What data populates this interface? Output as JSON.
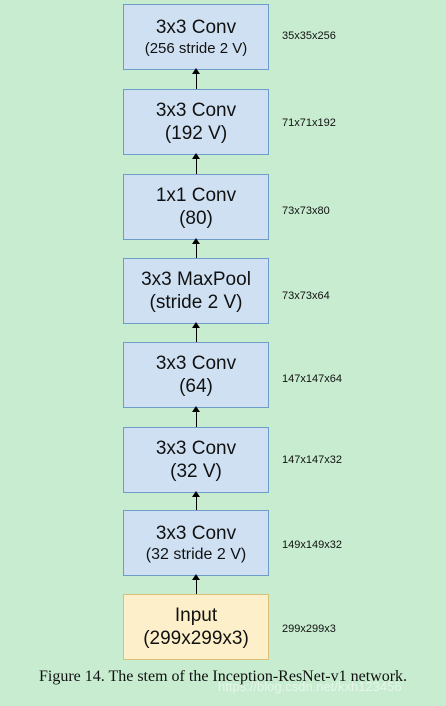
{
  "blocks": [
    {
      "line1": "3x3 Conv",
      "line2": "(256 stride 2 V)",
      "dim": "35x35x256"
    },
    {
      "line1": "3x3 Conv",
      "line2": "(192 V)",
      "dim": "71x71x192"
    },
    {
      "line1": "1x1 Conv",
      "line2": "(80)",
      "dim": "73x73x80"
    },
    {
      "line1": "3x3 MaxPool",
      "line2": "(stride 2 V)",
      "dim": "73x73x64"
    },
    {
      "line1": "3x3 Conv",
      "line2": "(64)",
      "dim": "147x147x64"
    },
    {
      "line1": "3x3 Conv",
      "line2": "(32 V)",
      "dim": "147x147x32"
    },
    {
      "line1": "3x3 Conv",
      "line2": "(32 stride 2 V)",
      "dim": "149x149x32"
    },
    {
      "line1": "Input",
      "line2": "(299x299x3)",
      "dim": "299x299x3"
    }
  ],
  "caption": "Figure 14. The stem of the Inception-ResNet-v1 network.",
  "watermark": "https://blog.csdn.net/kxh123456",
  "colors": {
    "background": "#c7ecd0",
    "block_fill": "#cfe0f3",
    "block_border": "#6d9cc8",
    "input_fill": "#fdefc9"
  }
}
